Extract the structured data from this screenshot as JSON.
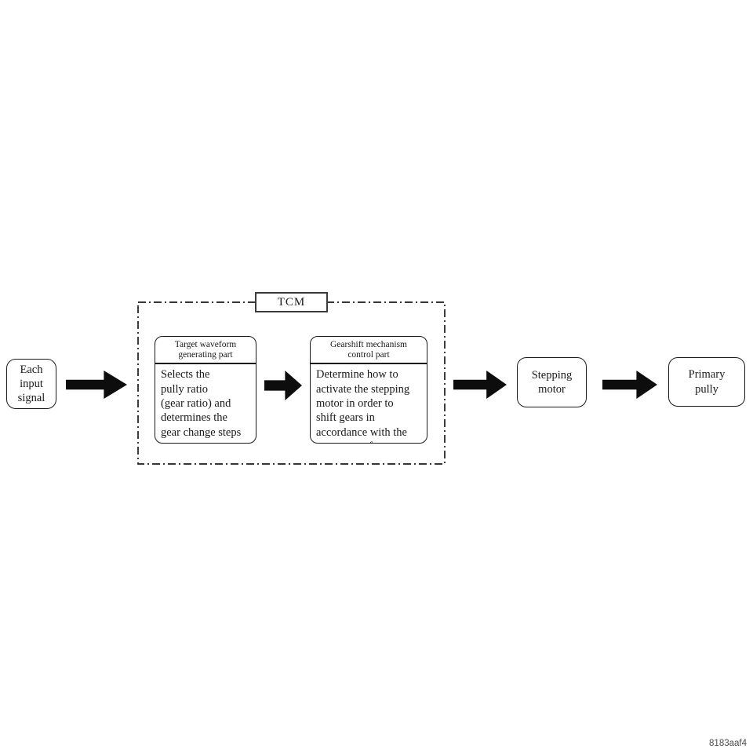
{
  "diagram": {
    "input_box": {
      "label": "Each\ninput\nsignal"
    },
    "tcm": {
      "label": "TCM",
      "boxes": [
        {
          "header": "Target waveform\ngenerating part",
          "body": "Selects the\npully ratio\n(gear ratio) and\ndetermines the\ngear change steps"
        },
        {
          "header": "Gearshift mechanism\ncontrol part",
          "body": "Determine how to\nactivate the stepping\nmotor in order to\nshift gears in\naccordance with the\ntarget waveform."
        }
      ]
    },
    "output_boxes": [
      {
        "label": "Stepping\nmotor"
      },
      {
        "label": "Primary\npully"
      }
    ],
    "figure_code": "8183aaf4",
    "colors": {
      "line": "#1a1a1a",
      "arrow": "#0d0d0d",
      "background": "#ffffff"
    }
  }
}
